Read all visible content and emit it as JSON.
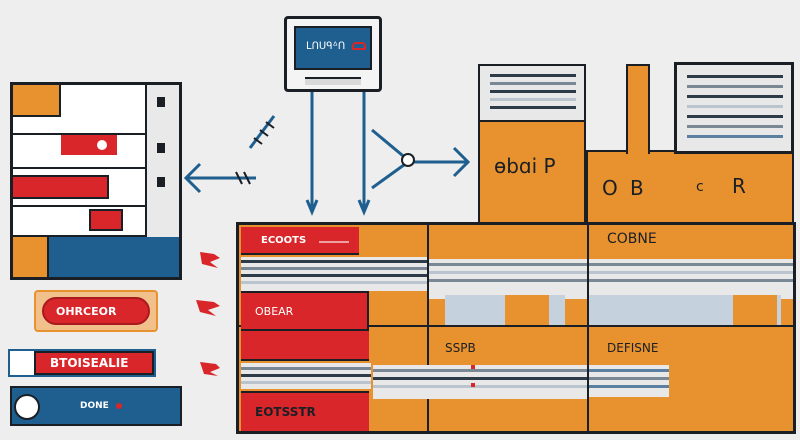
{
  "colors": {
    "orange": "#e8922f",
    "red": "#d9262a",
    "navy": "#1f5f8f",
    "dark": "#1a1f26",
    "background": "#eeeeee"
  },
  "monitor": {
    "screen_text": "ᒪᑎᑌᑫᐞᑎ",
    "icon": "car-icon"
  },
  "left_panel": {
    "icon": "storage-rack-icon"
  },
  "left_buttons": [
    {
      "label": "OHRCEOR",
      "style": "red-pill"
    },
    {
      "label": "BTOISEALIE",
      "style": "red-outline"
    },
    {
      "label": "DONE",
      "style": "navy-disc"
    }
  ],
  "towers": {
    "middle_label": "ɵbɑi P",
    "right_labels": [
      "O",
      "B",
      "c",
      "R"
    ]
  },
  "grid": {
    "row_labels": [
      "ECOOTS",
      "OBEAR",
      "",
      "EOTSSTR"
    ],
    "top_header": "COBNE",
    "mid_left_label": "SSPB",
    "mid_right_label": "DEFISNE"
  }
}
